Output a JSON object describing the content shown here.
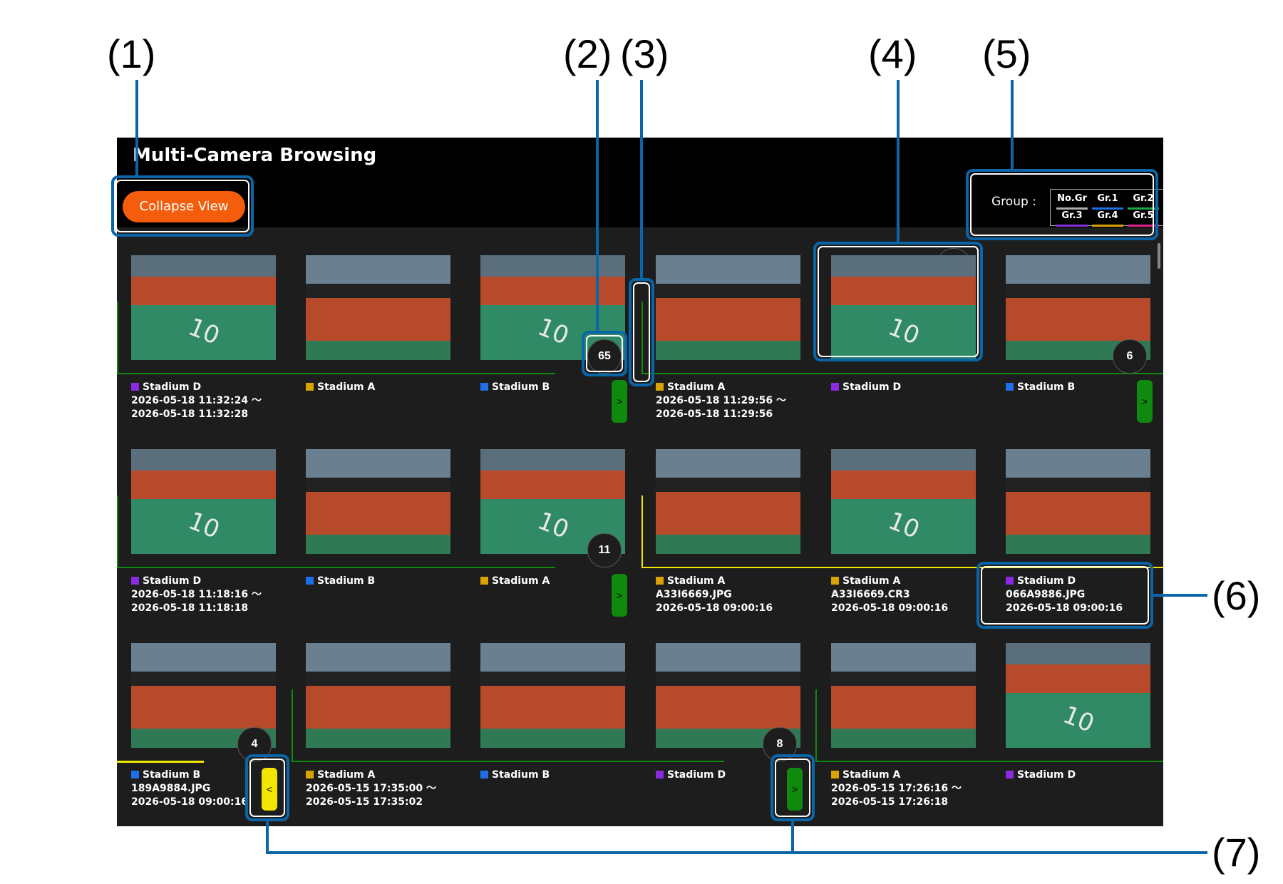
{
  "window": {
    "title": "Multi-Camera Browsing"
  },
  "toolbar": {
    "collapse_label": "Collapse View"
  },
  "group": {
    "label": "Group :",
    "items": [
      {
        "label": "No.Gr",
        "color": "#aaaaaa"
      },
      {
        "label": "Gr.1",
        "color": "#1e6fe6"
      },
      {
        "label": "Gr.2",
        "color": "#1aa84a"
      },
      {
        "label": "Gr.3",
        "color": "#8a2be2"
      },
      {
        "label": "Gr.4",
        "color": "#d9a400"
      },
      {
        "label": "Gr.5",
        "color": "#e0218a"
      }
    ]
  },
  "callouts": [
    "(1)",
    "(2)",
    "(3)",
    "(4)",
    "(5)",
    "(6)",
    "(7)"
  ],
  "colors": {
    "stadium_a": "#d9a400",
    "stadium_b": "#1e6fe6",
    "stadium_d": "#8a2be2",
    "group_green": "#0f8a0f",
    "group_yellow": "#f2e600",
    "accent": "#f45d0c"
  },
  "rows": [
    {
      "cards": [
        {
          "camera": "Stadium D",
          "lines": [
            "2026-05-18 11:32:24 ～",
            "2026-05-18 11:32:28"
          ],
          "thumb": "field"
        },
        {
          "camera": "Stadium A",
          "lines": [],
          "thumb": "stands"
        },
        {
          "camera": "Stadium B",
          "lines": [],
          "thumb": "field",
          "count": "65"
        },
        {
          "camera": "Stadium A",
          "lines": [
            "2026-05-18 11:29:56 ～",
            "2026-05-18 11:29:56"
          ],
          "thumb": "stands"
        },
        {
          "camera": "Stadium D",
          "lines": [],
          "thumb": "field"
        },
        {
          "camera": "Stadium B",
          "lines": [],
          "thumb": "stands",
          "count": "6"
        }
      ],
      "buttons": [
        ">",
        ">"
      ]
    },
    {
      "cards": [
        {
          "camera": "Stadium D",
          "lines": [
            "2026-05-18 11:18:16 ～",
            "2026-05-18 11:18:18"
          ],
          "thumb": "field"
        },
        {
          "camera": "Stadium B",
          "lines": [],
          "thumb": "stands"
        },
        {
          "camera": "Stadium A",
          "lines": [],
          "thumb": "field",
          "count": "11"
        },
        {
          "camera": "Stadium A",
          "lines": [
            "A33I6669.JPG",
            "2026-05-18 09:00:16"
          ],
          "thumb": "stands"
        },
        {
          "camera": "Stadium A",
          "lines": [
            "A33I6669.CR3",
            "2026-05-18 09:00:16"
          ],
          "thumb": "field"
        },
        {
          "camera": "Stadium D",
          "lines": [
            "066A9886.JPG",
            "2026-05-18 09:00:16"
          ],
          "thumb": "stands"
        }
      ],
      "buttons": [
        ">"
      ]
    },
    {
      "cards": [
        {
          "camera": "Stadium B",
          "lines": [
            "189A9884.JPG",
            "2026-05-18 09:00:16"
          ],
          "thumb": "stands",
          "count": "4"
        },
        {
          "camera": "Stadium A",
          "lines": [
            "2026-05-15 17:35:00 ～",
            "2026-05-15 17:35:02"
          ],
          "thumb": "stands"
        },
        {
          "camera": "Stadium B",
          "lines": [],
          "thumb": "stands"
        },
        {
          "camera": "Stadium D",
          "lines": [],
          "thumb": "stands",
          "count": "8"
        },
        {
          "camera": "Stadium A",
          "lines": [
            "2026-05-15 17:26:16 ～",
            "2026-05-15 17:26:18"
          ],
          "thumb": "stands"
        },
        {
          "camera": "Stadium D",
          "lines": [],
          "thumb": "field"
        }
      ],
      "buttons": [
        "<",
        ">"
      ]
    }
  ]
}
